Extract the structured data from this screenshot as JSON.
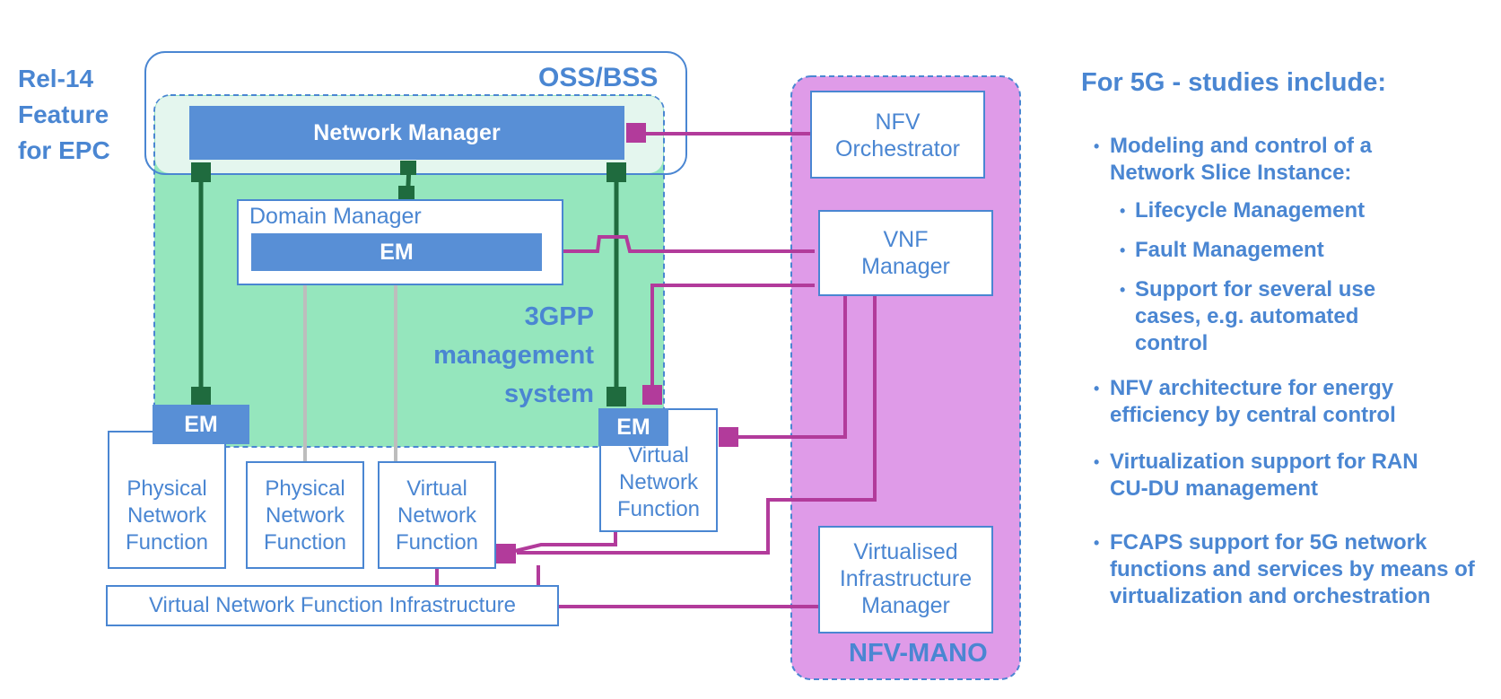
{
  "rel14": [
    "Rel-14",
    "Feature",
    "for EPC"
  ],
  "oss_bss": "OSS/BSS",
  "network_manager": "Network Manager",
  "domain_manager": "Domain Manager",
  "em_domain": "EM",
  "em_left": "EM",
  "em_right": "EM",
  "three_gpp": [
    "3GPP",
    "management",
    "system"
  ],
  "pnf1": [
    "Physical",
    "Network",
    "Function"
  ],
  "pnf2": [
    "Physical",
    "Network",
    "Function"
  ],
  "vnf1": [
    "Virtual",
    "Network",
    "Function"
  ],
  "vnf2": [
    "Virtual",
    "Network",
    "Function"
  ],
  "nfvi": "Virtual Network Function Infrastructure",
  "nfvo": [
    "NFV",
    "Orchestrator"
  ],
  "vnfm": [
    "VNF",
    "Manager"
  ],
  "vim": [
    "Virtualised",
    "Infrastructure",
    "Manager"
  ],
  "nfv_mano": "NFV-MANO",
  "studies": {
    "heading": "For 5G - studies include:",
    "bullets": [
      {
        "level": 1,
        "text": "Modeling and control of a Network Slice Instance:"
      },
      {
        "level": 2,
        "text": "Lifecycle Management"
      },
      {
        "level": 2,
        "text": "Fault Management"
      },
      {
        "level": 2,
        "text": "Support for several use cases, e.g. automated control"
      },
      {
        "level": 1,
        "text": "NFV architecture for energy efficiency by central control"
      },
      {
        "level": 1,
        "text": "Virtualization support for RAN CU-DU management"
      },
      {
        "level": 1,
        "text": "FCAPS support for 5G network functions and services by means of virtualization and orchestration"
      }
    ]
  },
  "colors": {
    "blue": "#4a86d2",
    "bar_blue": "#588fd6",
    "green_fill": "#95e6bd",
    "dark_green": "#1f6b3e",
    "magenta": "#b23b9b",
    "mano_fill": "#df9be8"
  }
}
